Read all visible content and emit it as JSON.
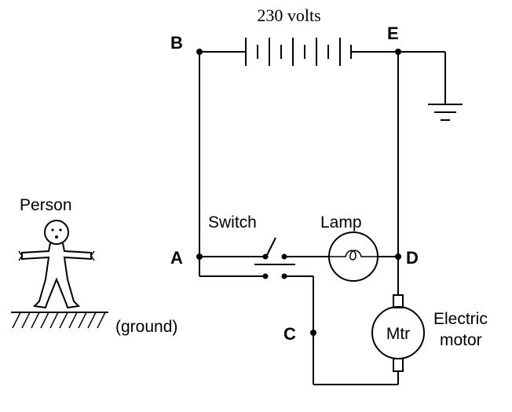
{
  "battery": {
    "label": "230 volts"
  },
  "nodes": {
    "a": "A",
    "b": "B",
    "c": "C",
    "d": "D",
    "e": "E"
  },
  "components": {
    "switch": "Switch",
    "lamp": "Lamp",
    "motor": "Mtr",
    "motor_caption_line1": "Electric",
    "motor_caption_line2": "motor"
  },
  "person": {
    "label": "Person"
  },
  "ground": {
    "label": "(ground)"
  }
}
